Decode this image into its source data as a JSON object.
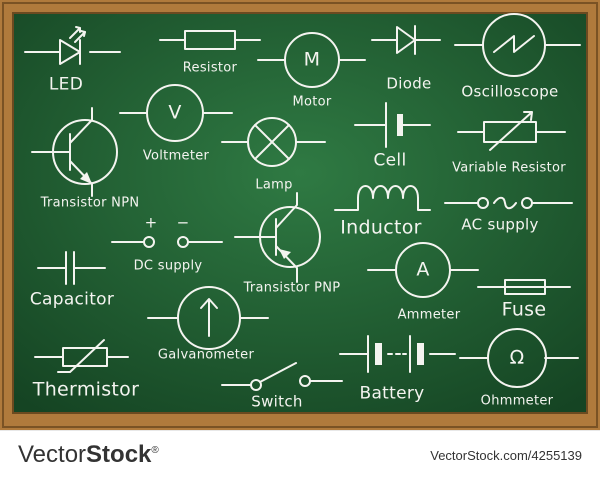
{
  "board": {
    "frame_color": "#b07a3c",
    "board_color": "#1f5a2e",
    "chalk_color": "#f4f4f0"
  },
  "symbols": {
    "led": "LED",
    "resistor": "Resistor",
    "motor": "Motor",
    "motor_letter": "M",
    "diode": "Diode",
    "oscilloscope": "Oscilloscope",
    "voltmeter": "Voltmeter",
    "voltmeter_letter": "V",
    "cell": "Cell",
    "variable_resistor": "Variable Resistor",
    "transistor_npn": "Transistor NPN",
    "lamp": "Lamp",
    "inductor": "Inductor",
    "ac_supply": "AC supply",
    "dc_supply": "DC supply",
    "dc_plus": "+",
    "dc_minus": "−",
    "transistor_pnp": "Transistor PNP",
    "capacitor": "Capacitor",
    "ammeter": "Ammeter",
    "ammeter_letter": "A",
    "fuse": "Fuse",
    "galvanometer": "Galvanometer",
    "thermistor": "Thermistor",
    "switch": "Switch",
    "battery": "Battery",
    "ohmmeter": "Ohmmeter",
    "ohmmeter_letter": "Ω"
  },
  "footer": {
    "brand_light": "Vector",
    "brand_bold": "Stock",
    "registered": "®",
    "stock_id": "VectorStock.com/4255139"
  }
}
